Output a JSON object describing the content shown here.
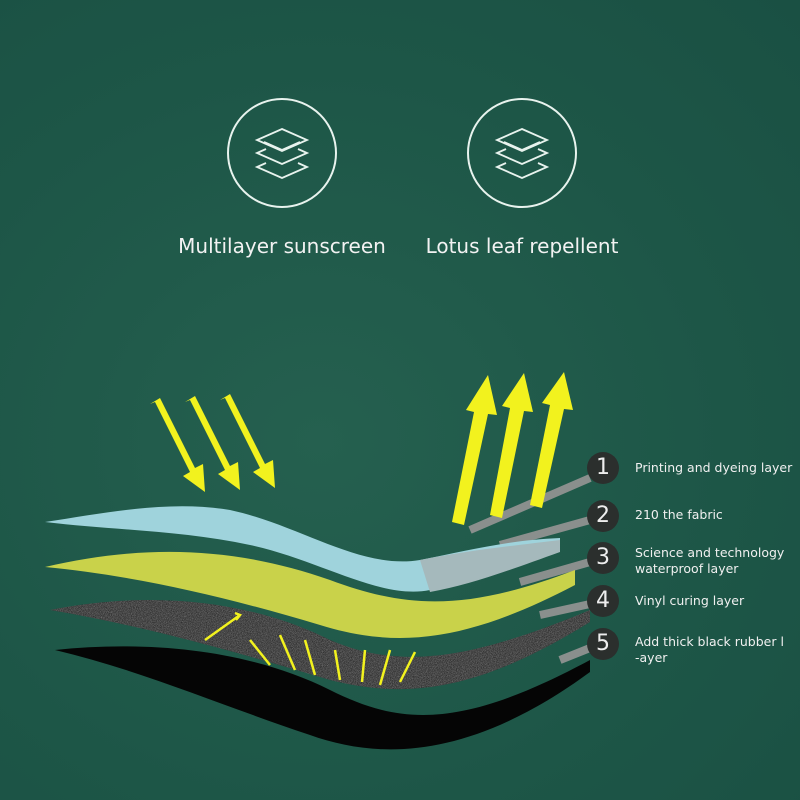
{
  "features": [
    {
      "label": "Multilayer sunscreen",
      "icon": "layers-icon"
    },
    {
      "label": "Lotus leaf repellent",
      "icon": "layers-icon"
    }
  ],
  "layers": [
    {
      "number": "1",
      "label": "Printing and dyeing layer"
    },
    {
      "number": "2",
      "label": "210 the fabric"
    },
    {
      "number": "3",
      "label": "Science and technology waterproof layer"
    },
    {
      "number": "4",
      "label": "Vinyl curing layer"
    },
    {
      "number": "5",
      "label": "Add thick black rubber l-ayer"
    }
  ],
  "colors": {
    "background": "#1f5a4c",
    "arrow": "#f2f21e",
    "blue_layer": "#9fd3dc",
    "yellow_layer": "#c9d24a"
  }
}
